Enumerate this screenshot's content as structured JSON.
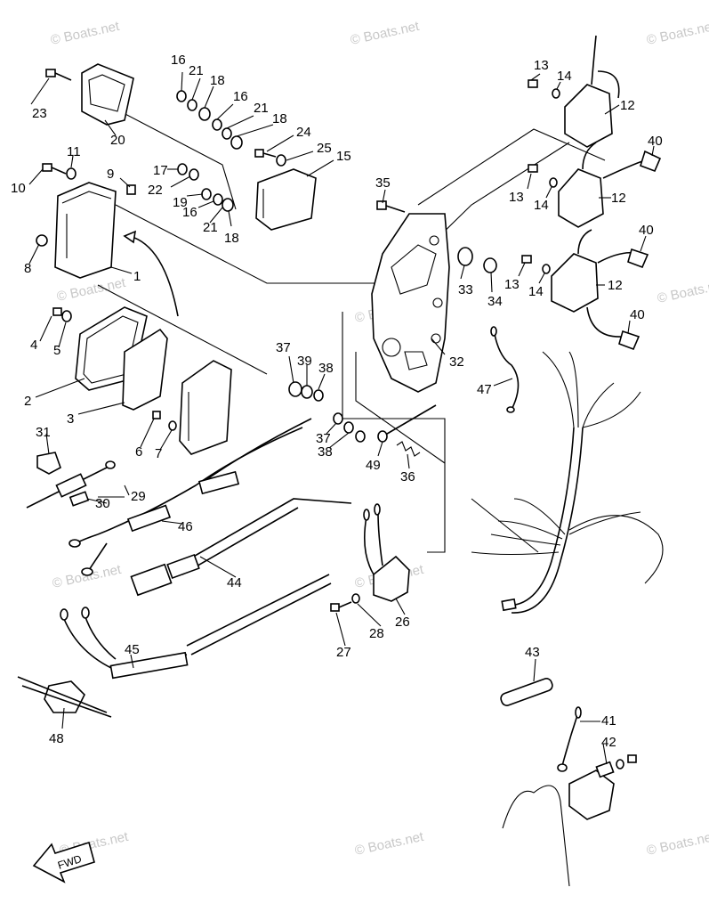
{
  "watermark": "© Boats.net",
  "fwd_label": "FWD",
  "part_numbers": [
    "1",
    "2",
    "3",
    "4",
    "5",
    "6",
    "7",
    "8",
    "9",
    "10",
    "11",
    "12",
    "13",
    "14",
    "15",
    "16",
    "17",
    "18",
    "19",
    "20",
    "21",
    "22",
    "23",
    "24",
    "25",
    "26",
    "27",
    "28",
    "29",
    "30",
    "31",
    "32",
    "33",
    "34",
    "35",
    "36",
    "37",
    "38",
    "39",
    "40",
    "41",
    "42",
    "43",
    "44",
    "45",
    "46",
    "47",
    "48",
    "49"
  ]
}
